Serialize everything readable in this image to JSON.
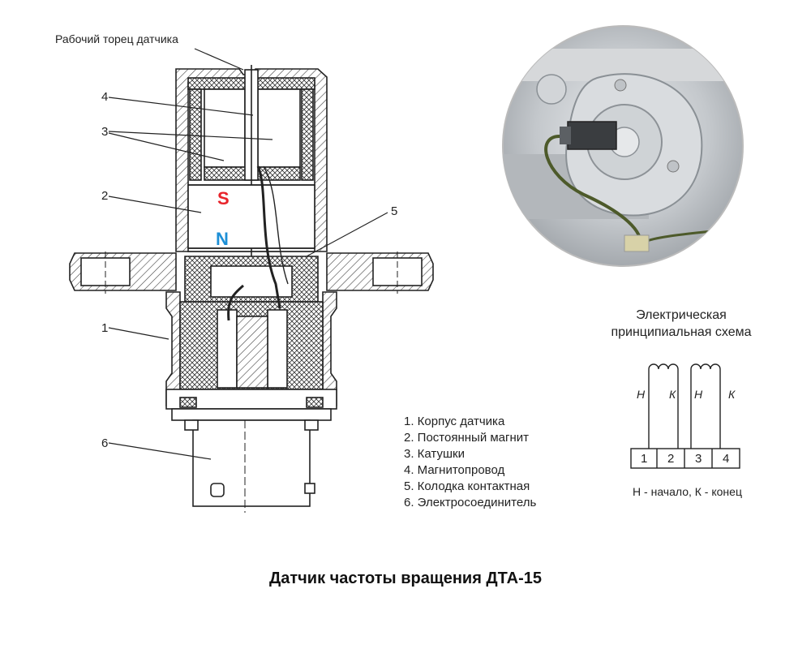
{
  "labels": {
    "working_face": "Рабочий торец датчика",
    "n1": "1",
    "n2": "2",
    "n3": "3",
    "n4": "4",
    "n5": "5",
    "n6": "6",
    "pole_s": "S",
    "pole_n": "N"
  },
  "legend": {
    "items": [
      "1. Корпус датчика",
      "2. Постоянный магнит",
      "3. Катушки",
      "4. Магнитопровод",
      "5. Колодка контактная",
      "6. Электросоединитель"
    ]
  },
  "scheme": {
    "title_line1": "Электрическая",
    "title_line2": "принципиальная схема",
    "coil_marks": [
      "Н",
      "К",
      "Н",
      "К"
    ],
    "terminals": [
      "1",
      "2",
      "3",
      "4"
    ],
    "caption": "Н - начало, К - конец"
  },
  "title": "Датчик частоты вращения ДТА-15",
  "colors": {
    "pole_s": "#e8242b",
    "pole_n": "#1d8fd6",
    "line": "#222222",
    "photo_bg": "#c9ccd0",
    "cable": "#4d5a2a"
  }
}
